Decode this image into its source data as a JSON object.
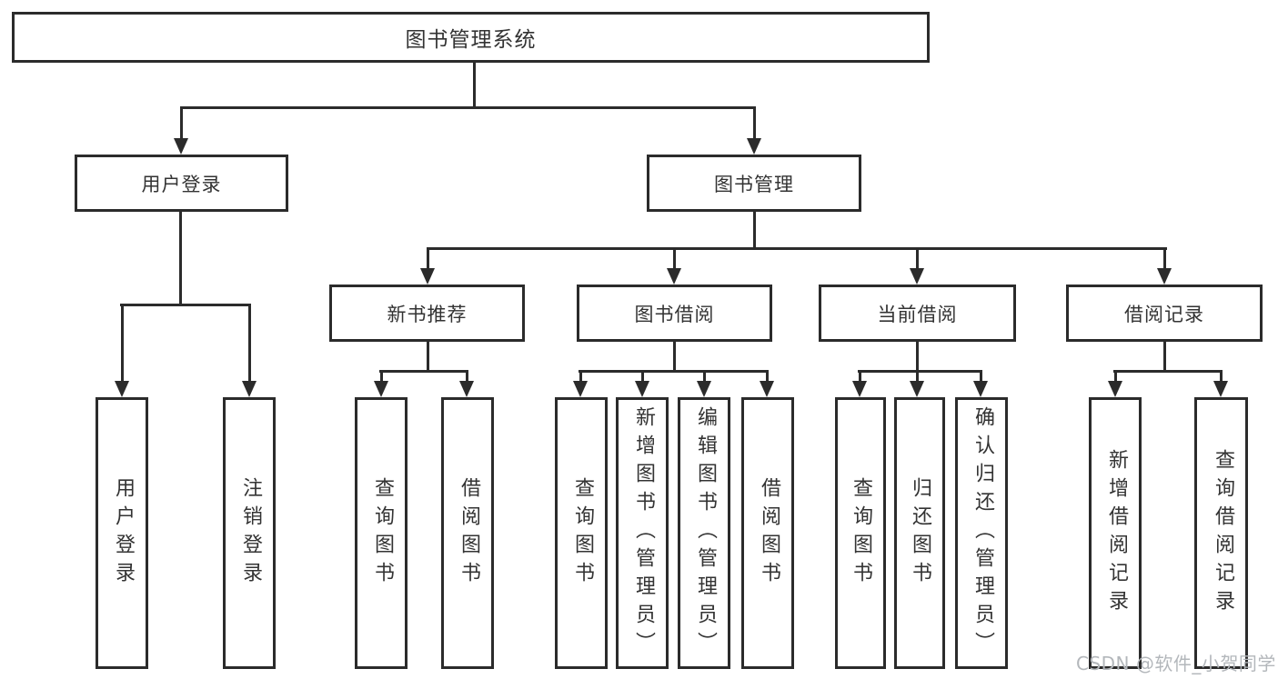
{
  "diagram": {
    "type": "hierarchy",
    "root": {
      "label": "图书管理系统"
    },
    "branches": [
      {
        "label": "用户登录",
        "children": [
          {
            "label": "用户登录"
          },
          {
            "label": "注销登录"
          }
        ]
      },
      {
        "label": "图书管理",
        "children": [
          {
            "label": "新书推荐",
            "children": [
              {
                "label": "查询图书"
              },
              {
                "label": "借阅图书"
              }
            ]
          },
          {
            "label": "图书借阅",
            "children": [
              {
                "label": "查询图书"
              },
              {
                "label": "新增图书（管理员）"
              },
              {
                "label": "编辑图书（管理员）"
              },
              {
                "label": "借阅图书"
              }
            ]
          },
          {
            "label": "当前借阅",
            "children": [
              {
                "label": "查询图书"
              },
              {
                "label": "归还图书"
              },
              {
                "label": "确认归还（管理员）"
              }
            ]
          },
          {
            "label": "借阅记录",
            "children": [
              {
                "label": "新增借阅记录"
              },
              {
                "label": "查询借阅记录"
              }
            ]
          }
        ]
      }
    ]
  },
  "watermark": {
    "text": "CSDN @软件_小贺同学"
  },
  "colors": {
    "line": "#2b2b2b",
    "text": "#333333",
    "background": "#ffffff",
    "watermark": "#b3b7bb"
  }
}
